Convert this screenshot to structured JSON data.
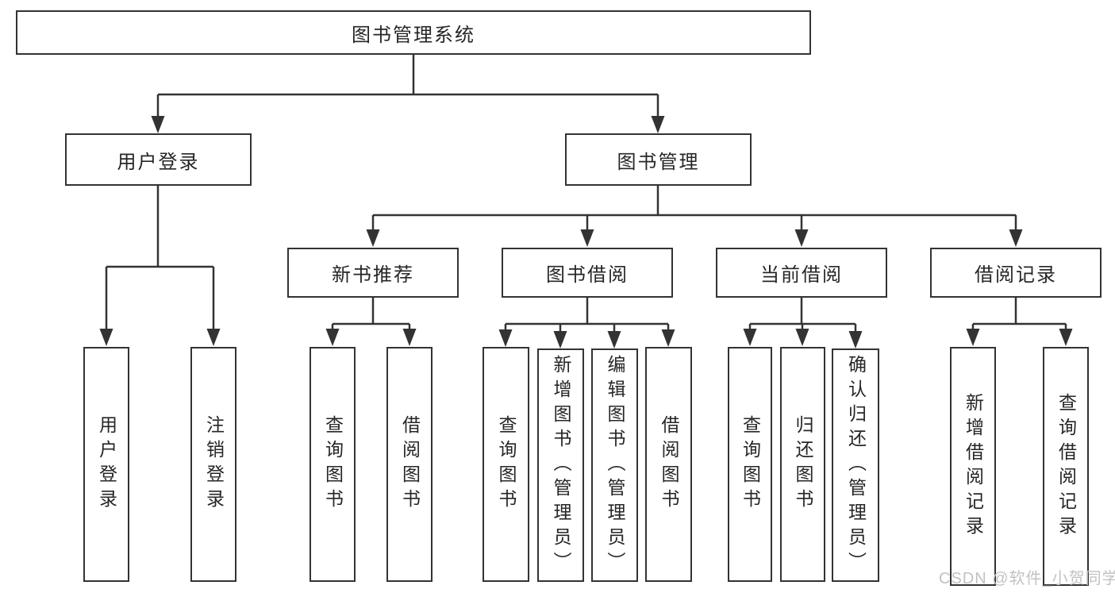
{
  "diagram": {
    "colors": {
      "background": "#ffffff",
      "line": "#333333",
      "border": "#333333",
      "text": "#262626",
      "watermark": "#c2c2c2"
    },
    "root": {
      "label": "图书管理系统"
    },
    "level2": [
      {
        "label": "用户登录"
      },
      {
        "label": "图书管理"
      }
    ],
    "level3": [
      {
        "label": "新书推荐",
        "parent": "图书管理"
      },
      {
        "label": "图书借阅",
        "parent": "图书管理"
      },
      {
        "label": "当前借阅",
        "parent": "图书管理"
      },
      {
        "label": "借阅记录",
        "parent": "图书管理"
      }
    ],
    "leaves": [
      {
        "label": "用户登录",
        "parent": "用户登录"
      },
      {
        "label": "注销登录",
        "parent": "用户登录"
      },
      {
        "label": "查询图书",
        "parent": "新书推荐"
      },
      {
        "label": "借阅图书",
        "parent": "新书推荐"
      },
      {
        "label": "查询图书",
        "parent": "图书借阅"
      },
      {
        "label": "新增图书（管理员）",
        "parent": "图书借阅"
      },
      {
        "label": "编辑图书（管理员）",
        "parent": "图书借阅"
      },
      {
        "label": "借阅图书",
        "parent": "图书借阅"
      },
      {
        "label": "查询图书",
        "parent": "当前借阅"
      },
      {
        "label": "归还图书",
        "parent": "当前借阅"
      },
      {
        "label": "确认归还（管理员）",
        "parent": "当前借阅"
      },
      {
        "label": "新增借阅记录",
        "parent": "借阅记录"
      },
      {
        "label": "查询借阅记录",
        "parent": "借阅记录"
      }
    ]
  },
  "watermark": {
    "text": "CSDN @软件_小贺同学"
  }
}
